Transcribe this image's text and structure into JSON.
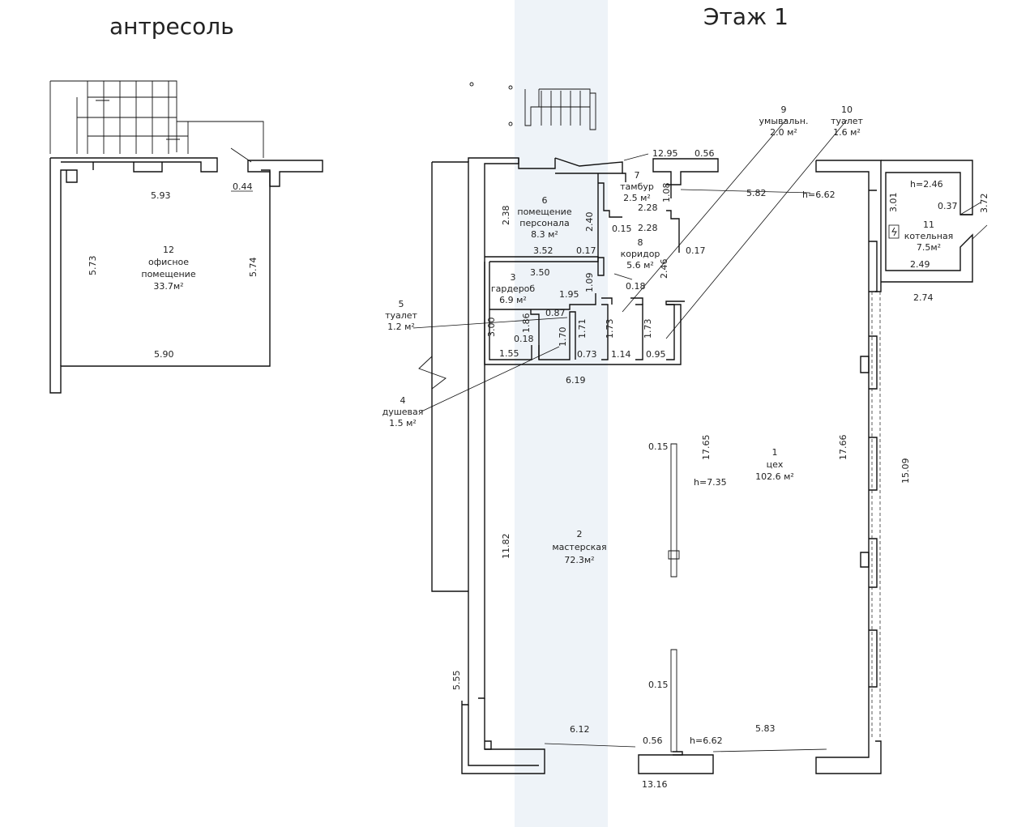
{
  "titles": {
    "mezzanine": "антресоль",
    "floor": "Этаж 1"
  },
  "rooms": [
    {
      "num": "1",
      "name": "цех",
      "area": "102.6 м²"
    },
    {
      "num": "2",
      "name": "мастерская",
      "area": "72.3м²"
    },
    {
      "num": "3",
      "name": "гардероб",
      "area": "6.9 м²"
    },
    {
      "num": "4",
      "name": "душевая",
      "area": "1.5 м²"
    },
    {
      "num": "5",
      "name": "туалет",
      "area": "1.2 м²"
    },
    {
      "num": "6",
      "name1": "помещение",
      "name2": "персонала",
      "area": "8.3 м²"
    },
    {
      "num": "7",
      "name": "тамбур",
      "area": "2.5 м²"
    },
    {
      "num": "8",
      "name": "коридор",
      "area": "5.6 м²"
    },
    {
      "num": "9",
      "name": "умывальн.",
      "area": "2.0 м²"
    },
    {
      "num": "10",
      "name": "туалет",
      "area": "1.6 м²"
    },
    {
      "num": "11",
      "name": "котельная",
      "area": "7.5м²"
    },
    {
      "num": "12",
      "name1": "офисное",
      "name2": "помещение",
      "area": "33.7м²"
    }
  ],
  "dims": {
    "m_593": "5.93",
    "m_590": "5.90",
    "m_573": "5.73",
    "m_574": "5.74",
    "m_044": "0.44",
    "d_1295": "12.95",
    "d_056a": "0.56",
    "d_582": "5.82",
    "h_662a": "h=6.62",
    "h_246": "h=2.46",
    "d_301": "3.01",
    "d_037": "0.37",
    "d_372": "3.72",
    "d_249": "2.49",
    "d_274": "2.74",
    "d_238": "2.38",
    "d_240": "2.40",
    "d_228a": "2.28",
    "d_228b": "2.28",
    "d_108": "1.08",
    "d_015a": "0.15",
    "d_352": "3.52",
    "d_017a": "0.17",
    "d_017b": "0.17",
    "d_350": "3.50",
    "d_109": "1.09",
    "d_246": "2.46",
    "d_018a": "0.18",
    "d_195": "1.95",
    "d_300": "3.00",
    "d_186": "1.86",
    "d_087": "0.87",
    "d_018b": "0.18",
    "d_170": "1.70",
    "d_171": "1.71",
    "d_173a": "1.73",
    "d_173b": "1.73",
    "d_155": "1.55",
    "d_073": "0.73",
    "d_114": "1.14",
    "d_095": "0.95",
    "d_619": "6.19",
    "d_015b": "0.15",
    "d_1765": "17.65",
    "h_735": "h=7.35",
    "d_1766": "17.66",
    "d_1509": "15.09",
    "d_1182": "11.82",
    "d_015c": "0.15",
    "d_555": "5.55",
    "d_612": "6.12",
    "d_056b": "0.56",
    "h_662b": "h=6.62",
    "d_583": "5.83",
    "d_1316": "13.16"
  }
}
